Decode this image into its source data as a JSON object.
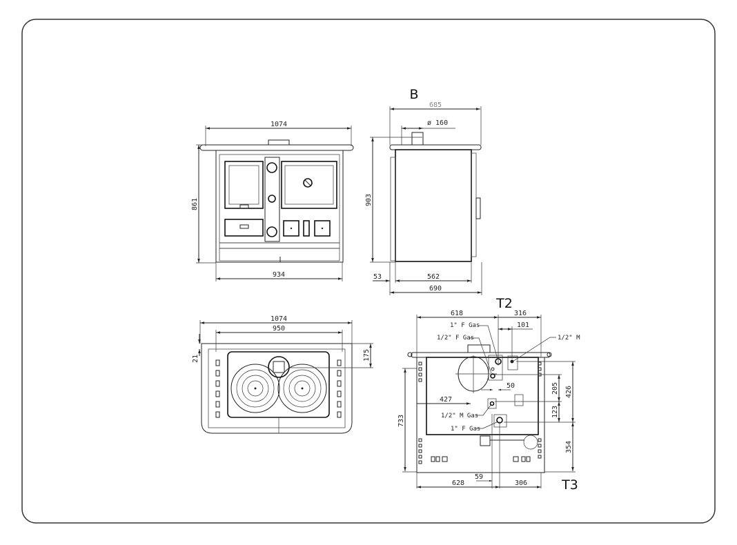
{
  "title": "Cooker dimensional drawing",
  "front_view": {
    "width_top": "1074",
    "width_base": "934",
    "height": "861"
  },
  "side_view": {
    "label": "B",
    "depth_top": "685",
    "flue_diameter": "ø 160",
    "height": "903",
    "offset": "53",
    "depth_body": "562",
    "depth_total": "690"
  },
  "top_view": {
    "width_top": "1074",
    "width_cooktop": "950",
    "edge": "21",
    "flue_offset": "175"
  },
  "rear_view": {
    "label_top": "T2",
    "label_bottom": "T3",
    "dims": {
      "left_top": "618",
      "right_top": "316",
      "offset_101": "101",
      "offset_50": "50",
      "horizontal_427": "427",
      "height_733": "733",
      "height_426": "426",
      "height_205": "205",
      "height_123": "123",
      "height_354": "354",
      "left_bottom": "628",
      "right_bottom": "306",
      "offset_59": "59"
    },
    "connections": {
      "c1": "1\" F Gas",
      "c2": "1/2\" F Gas",
      "c3": "1/2\" M",
      "c4": "1/2\" M Gas",
      "c5": "1\" F Gas"
    }
  }
}
